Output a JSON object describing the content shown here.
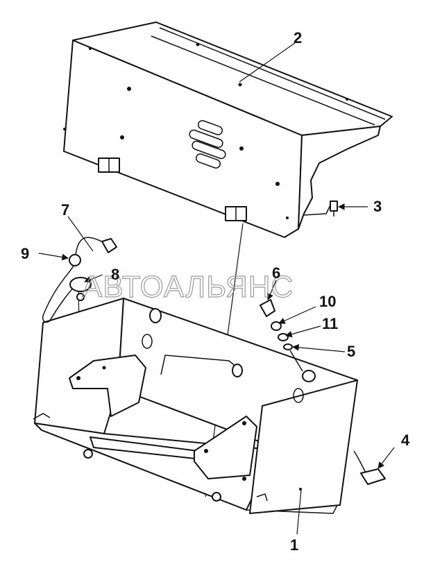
{
  "callouts": [
    {
      "id": "1",
      "label": "1"
    },
    {
      "id": "2",
      "label": "2"
    },
    {
      "id": "3",
      "label": "3"
    },
    {
      "id": "4",
      "label": "4"
    },
    {
      "id": "5",
      "label": "5"
    },
    {
      "id": "6",
      "label": "6"
    },
    {
      "id": "7",
      "label": "7"
    },
    {
      "id": "8",
      "label": "8"
    },
    {
      "id": "9",
      "label": "9"
    },
    {
      "id": "10",
      "label": "10"
    },
    {
      "id": "11",
      "label": "11"
    }
  ],
  "watermark": "АВТОАЛЬЯНС"
}
